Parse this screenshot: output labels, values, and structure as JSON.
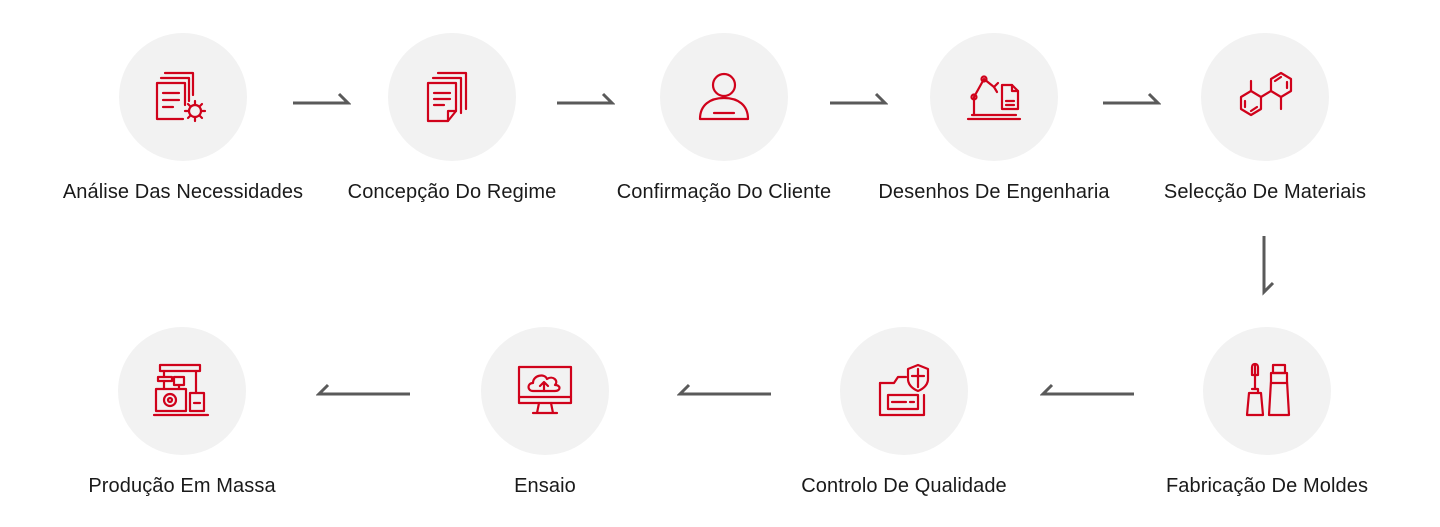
{
  "steps": [
    {
      "label": "Análise Das Necessidades",
      "icon": "document-gear-icon"
    },
    {
      "label": "Concepção Do Regime",
      "icon": "documents-icon"
    },
    {
      "label": "Confirmação Do Cliente",
      "icon": "user-icon"
    },
    {
      "label": "Desenhos De Engenharia",
      "icon": "robot-arm-icon"
    },
    {
      "label": "Selecção De Materiais",
      "icon": "molecule-icon"
    },
    {
      "label": "Fabricação De Moldes",
      "icon": "cosmetic-bottles-icon"
    },
    {
      "label": "Controlo De Qualidade",
      "icon": "folder-shield-icon"
    },
    {
      "label": "Ensaio",
      "icon": "monitor-cloud-icon"
    },
    {
      "label": "Produção Em Massa",
      "icon": "machine-icon"
    }
  ],
  "colors": {
    "accent": "#d0021b",
    "circle": "#f2f2f2",
    "arrow": "#5a5a5a",
    "text": "#1a1a1a"
  }
}
